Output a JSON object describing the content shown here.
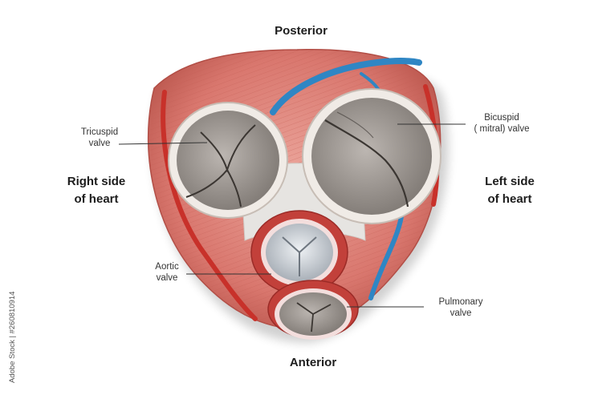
{
  "labels": {
    "posterior": "Posterior",
    "anterior": "Anterior",
    "right_side_line1": "Right side",
    "right_side_line2": "of heart",
    "left_side_line1": "Left side",
    "left_side_line2": "of heart",
    "tricuspid_line1": "Tricuspid",
    "tricuspid_line2": "valve",
    "bicuspid_line1": "Bicuspid",
    "bicuspid_line2": "( mitral) valve",
    "aortic_line1": "Aortic",
    "aortic_line2": "valve",
    "pulmonary_line1": "Pulmonary",
    "pulmonary_line2": "valve"
  },
  "watermark": {
    "text": "Adobe Stock | #260810914"
  },
  "colors": {
    "muscle": "#d9776e",
    "muscle_light": "#eaa69c",
    "muscle_dark": "#b9554c",
    "valve_leaflet": "#9e9893",
    "valve_ring": "#efe9e4",
    "artery": "#c8312a",
    "vein": "#2f86c4",
    "fibrous": "#e5e3e0"
  }
}
